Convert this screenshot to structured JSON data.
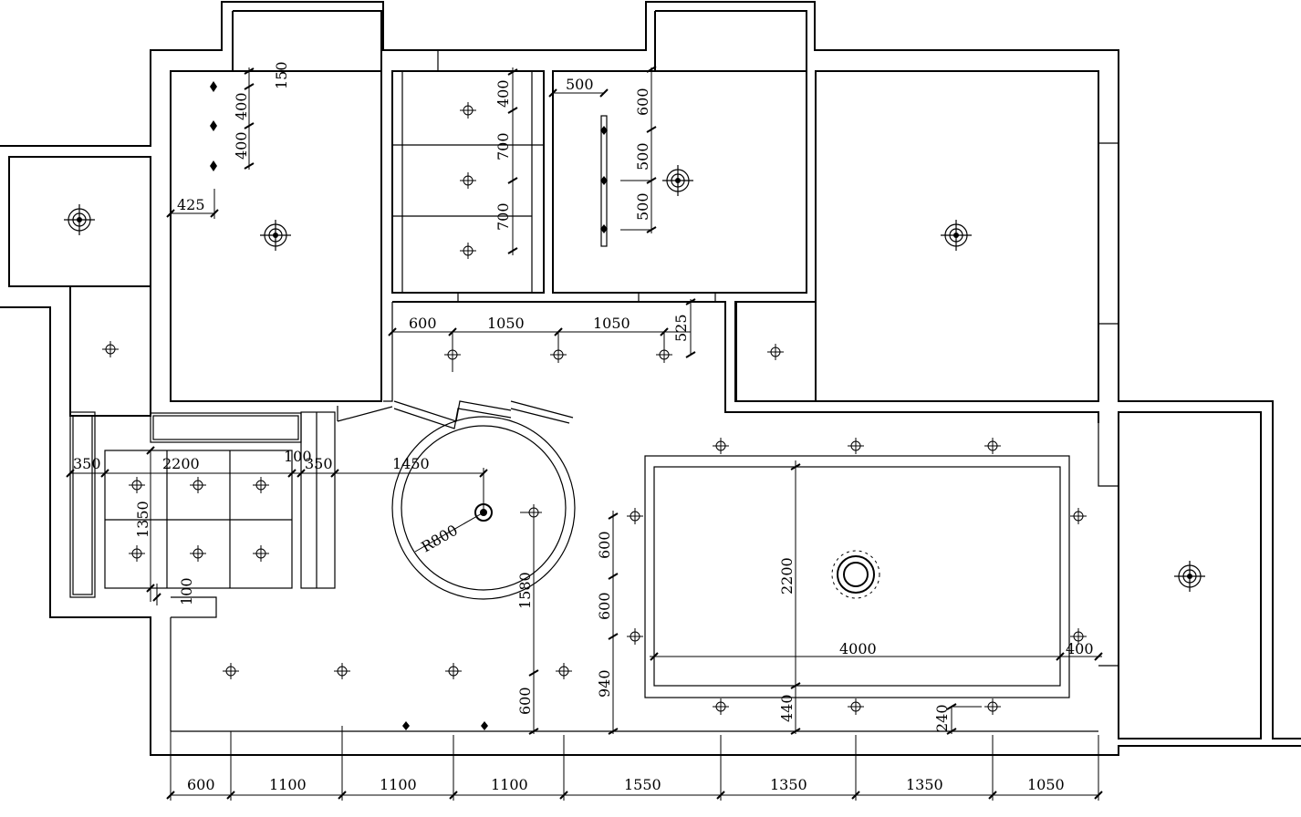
{
  "dims": {
    "d150": "150",
    "d400a": "400",
    "d400b": "400",
    "d425": "425",
    "d400c": "400",
    "d700a": "700",
    "d700b": "700",
    "d500a": "500",
    "d600a": "600",
    "d500b": "500",
    "d500c": "500",
    "d600b": "600",
    "d1050a": "1050",
    "d1050b": "1050",
    "d525": "525",
    "d350a": "350",
    "d2200a": "2200",
    "d100a": "100",
    "d350b": "350",
    "d1450": "1450",
    "d1350a": "1350",
    "d100b": "100",
    "r800": "R800",
    "d1580": "1580",
    "d600c": "600",
    "d600d": "600",
    "d600e": "600",
    "d940": "940",
    "d2200b": "2200",
    "d4000": "4000",
    "d400d": "400",
    "d440": "440",
    "d240": "240",
    "bottom": [
      "600",
      "1100",
      "1100",
      "1100",
      "1550",
      "1350",
      "1350",
      "1050"
    ]
  }
}
